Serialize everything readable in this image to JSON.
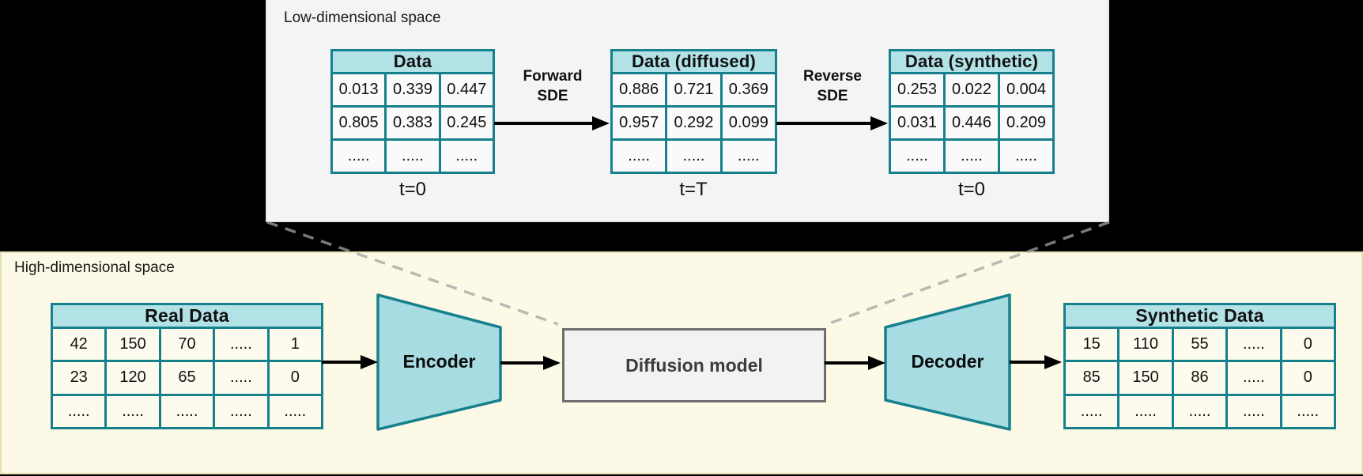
{
  "colors": {
    "background": "#000000",
    "teal_border": "#17808d",
    "teal_header_fill": "#b2e2e6",
    "trapezoid_fill": "#a7dde2",
    "low_panel_bg": "#f4f4f4",
    "high_panel_bg": "#fcf9e6",
    "diffusion_box_fill": "#f2f2f2",
    "diffusion_box_border": "#6e6e6e",
    "dashed_line": "#a3a3a3",
    "arrow": "#000000"
  },
  "low_panel": {
    "label": "Low-dimensional space",
    "tables": [
      {
        "title": "Data",
        "time_label": "t=0",
        "rows": [
          [
            "0.013",
            "0.339",
            "0.447"
          ],
          [
            "0.805",
            "0.383",
            "0.245"
          ],
          [
            ".....",
            ".....",
            "....."
          ]
        ]
      },
      {
        "title": "Data (diffused)",
        "time_label": "t=T",
        "rows": [
          [
            "0.886",
            "0.721",
            "0.369"
          ],
          [
            "0.957",
            "0.292",
            "0.099"
          ],
          [
            ".....",
            ".....",
            "....."
          ]
        ]
      },
      {
        "title": "Data (synthetic)",
        "time_label": "t=0",
        "rows": [
          [
            "0.253",
            "0.022",
            "0.004"
          ],
          [
            "0.031",
            "0.446",
            "0.209"
          ],
          [
            ".....",
            ".....",
            "....."
          ]
        ]
      }
    ],
    "arrow_labels": [
      {
        "line1": "Forward",
        "line2": "SDE"
      },
      {
        "line1": "Reverse",
        "line2": "SDE"
      }
    ]
  },
  "high_panel": {
    "label": "High-dimensional space",
    "real_table": {
      "title": "Real Data",
      "rows": [
        [
          "42",
          "150",
          "70",
          ".....",
          "1"
        ],
        [
          "23",
          "120",
          "65",
          ".....",
          "0"
        ],
        [
          ".....",
          ".....",
          ".....",
          ".....",
          "....."
        ]
      ]
    },
    "synthetic_table": {
      "title": "Synthetic Data",
      "rows": [
        [
          "15",
          "110",
          "55",
          ".....",
          "0"
        ],
        [
          "85",
          "150",
          "86",
          ".....",
          "0"
        ],
        [
          ".....",
          ".....",
          ".....",
          ".....",
          "....."
        ]
      ]
    },
    "encoder_label": "Encoder",
    "decoder_label": "Decoder",
    "diffusion_label": "Diffusion model"
  }
}
